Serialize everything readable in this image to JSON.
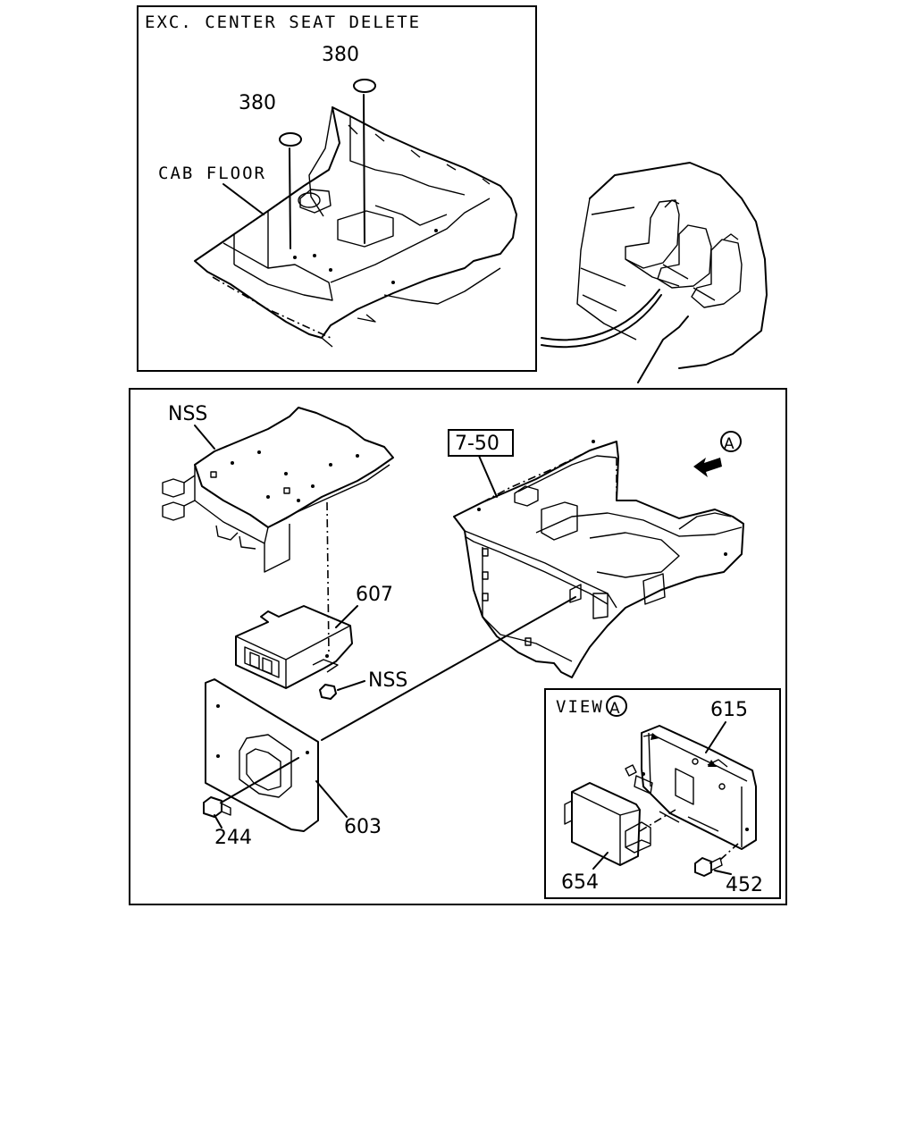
{
  "top_inset": {
    "title": "EXC. CENTER SEAT DELETE",
    "labels": {
      "cab_floor": "CAB FLOOR",
      "part_380_a": "380",
      "part_380_b": "380"
    }
  },
  "main": {
    "labels": {
      "nss_bracket": "NSS",
      "ref_7_50": "7-50",
      "view_marker": "A",
      "part_607": "607",
      "nss_nut": "NSS",
      "part_603": "603",
      "part_244": "244"
    }
  },
  "view_inset": {
    "title": "VIEW",
    "marker": "A",
    "labels": {
      "part_615": "615",
      "part_654": "654",
      "part_452": "452"
    }
  }
}
